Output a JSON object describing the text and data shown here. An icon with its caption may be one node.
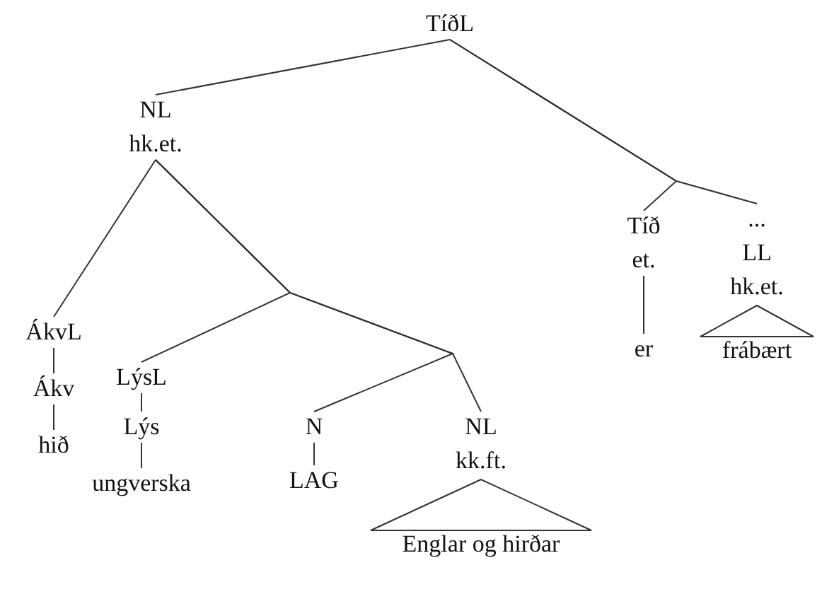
{
  "diagram": {
    "nodes": [
      {
        "text": [
          "TíðL"
        ]
      },
      {
        "text": [
          "NL",
          "hk.et."
        ]
      },
      {
        "text": [
          "Tíð",
          "et."
        ]
      },
      {
        "text": [
          "...",
          "LL",
          "hk.et."
        ]
      },
      {
        "text": [
          "er"
        ]
      },
      {
        "text": [
          "frábært"
        ]
      },
      {
        "text": [
          "ÁkvL"
        ]
      },
      {
        "text": [
          "LýsL"
        ]
      },
      {
        "text": [
          "N"
        ]
      },
      {
        "text": [
          "NL",
          "kk.ft."
        ]
      },
      {
        "text": [
          "Ákv"
        ]
      },
      {
        "text": [
          "Lýs"
        ]
      },
      {
        "text": [
          "LAG"
        ]
      },
      {
        "text": [
          "hið"
        ]
      },
      {
        "text": [
          "ungverska"
        ]
      },
      {
        "text": [
          "Englar og hirðar"
        ]
      }
    ],
    "edges": [
      {
        "from": 0,
        "to": 1,
        "arrow": "none"
      },
      {
        "from": 0,
        "to": 2,
        "arrow": "none"
      },
      {
        "from": 0,
        "to": 3,
        "arrow": "none"
      },
      {
        "from": 2,
        "to": 4,
        "arrow": "none"
      },
      {
        "from": 3,
        "to": 5,
        "arrow": "none"
      },
      {
        "from": 1,
        "to": 6,
        "arrow": "none"
      },
      {
        "from": 1,
        "to": 7,
        "arrow": "none"
      },
      {
        "from": 1,
        "to": 8,
        "arrow": "none"
      },
      {
        "from": 1,
        "to": 9,
        "arrow": "none"
      },
      {
        "from": 6,
        "to": 10,
        "arrow": "none"
      },
      {
        "from": 10,
        "to": 13,
        "arrow": "none"
      },
      {
        "from": 7,
        "to": 11,
        "arrow": "none"
      },
      {
        "from": 11,
        "to": 14,
        "arrow": "none"
      },
      {
        "from": 8,
        "to": 12,
        "arrow": "none"
      },
      {
        "from": 9,
        "to": 15,
        "arrow": "none"
      }
    ]
  }
}
